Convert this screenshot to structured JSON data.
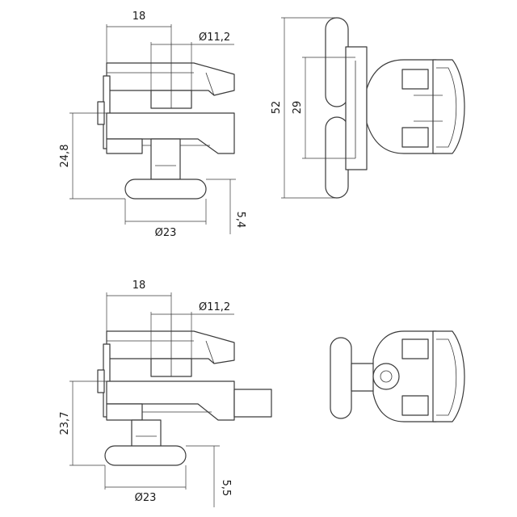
{
  "top_view": {
    "dim_width": "18",
    "dim_bore": "Ø11,2",
    "dim_height": "24,8",
    "dim_knob_diameter": "Ø23",
    "dim_knob_thickness": "5,4"
  },
  "side_view": {
    "dim_total_height": "52",
    "dim_inner_height": "29"
  },
  "bottom_view": {
    "dim_width": "18",
    "dim_bore": "Ø11,2",
    "dim_height": "23,7",
    "dim_knob_diameter": "Ø23",
    "dim_knob_thickness": "5,5"
  },
  "colors": {
    "line": "#3a3a3a",
    "text": "#1a1a1a",
    "background": "#ffffff"
  }
}
